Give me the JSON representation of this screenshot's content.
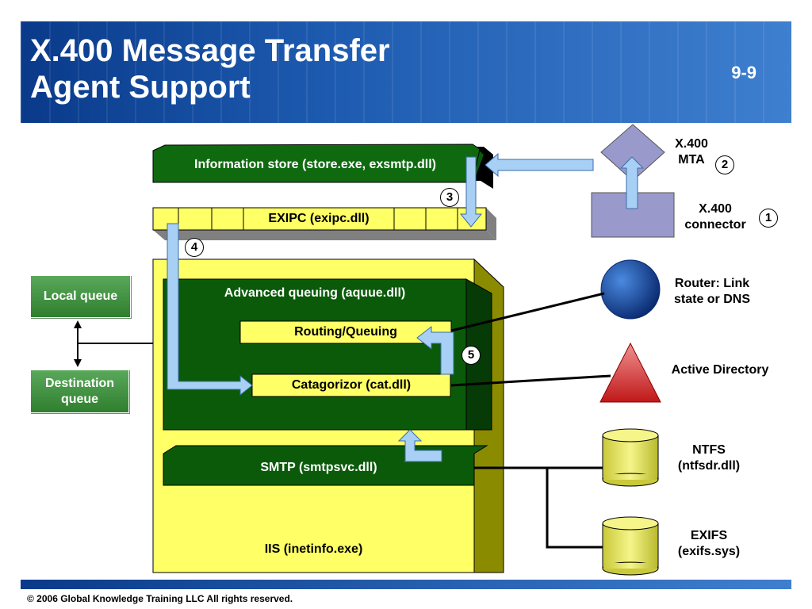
{
  "header": {
    "title": "X.400 Message Transfer\nAgent Support",
    "slide_number": "9-9"
  },
  "footer": {
    "copyright": "© 2006 Global Knowledge Training LLC All rights reserved."
  },
  "components": {
    "information_store": "Information store (store.exe, exsmtp.dll)",
    "exipc": "EXIPC (exipc.dll)",
    "advanced_queuing": "Advanced queuing (aquue.dll)",
    "routing_queuing": "Routing/Queuing",
    "categorizer": "Catagorizor (cat.dll)",
    "smtp": "SMTP (smtpsvc.dll)",
    "iis": "IIS (inetinfo.exe)",
    "local_queue": "Local queue",
    "destination_queue": "Destination queue"
  },
  "external": {
    "x400_mta": "X.400\nMTA",
    "x400_connector": "X.400\nconnector",
    "router": "Router: Link\nstate or DNS",
    "active_directory": "Active Directory",
    "ntfs": "NTFS\n(ntfsdr.dll)",
    "exifs": "EXIFS\n(exifs.sys)"
  },
  "steps": [
    "1",
    "2",
    "3",
    "4",
    "5"
  ],
  "colors": {
    "dark_green": "#0a5a0a",
    "yellow": "#ffff66",
    "olive": "#8b8b00",
    "arrow_blue": "#a8d0f5",
    "connector_purple": "#9999cc",
    "router_blue": "#1a56b0",
    "directory_red": "#e03a3a"
  }
}
